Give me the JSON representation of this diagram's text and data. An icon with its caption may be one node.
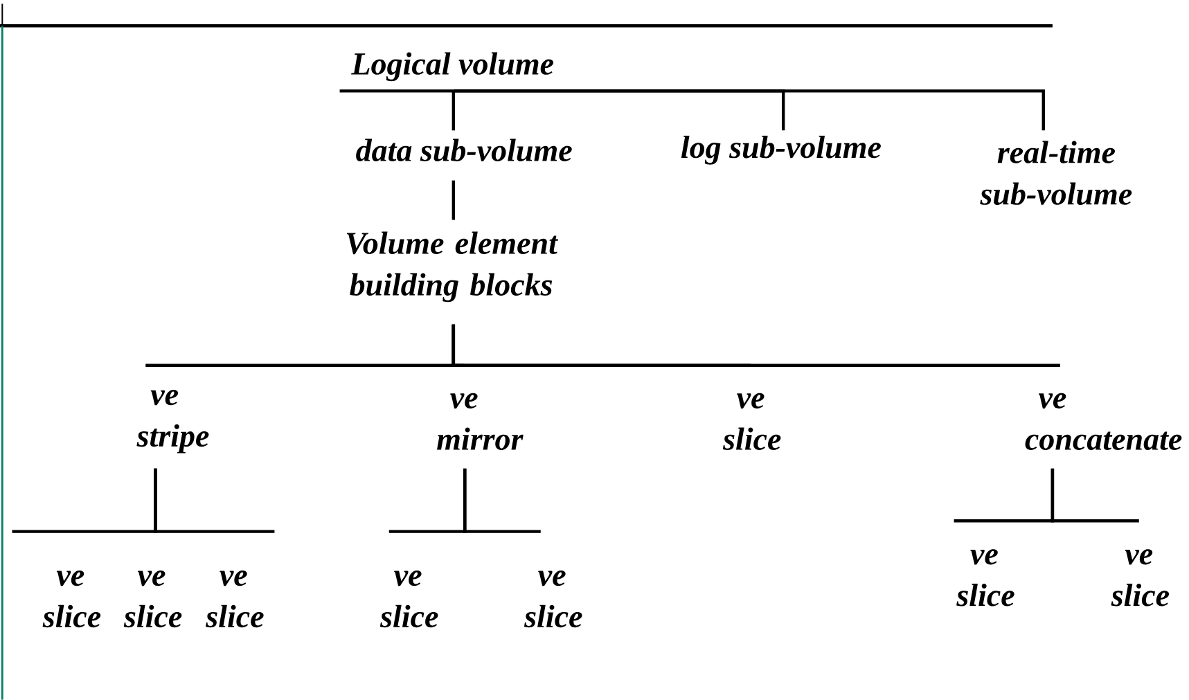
{
  "diagram": {
    "nodes": [
      {
        "text": [
          "Logical volume"
        ]
      },
      {
        "text": [
          "data sub-volume"
        ]
      },
      {
        "text": [
          "log sub-volume"
        ]
      },
      {
        "text": [
          "real-time sub-volume"
        ]
      },
      {
        "text": [
          "Volume element building blocks"
        ]
      },
      {
        "text": [
          "ve stripe"
        ]
      },
      {
        "text": [
          "ve mirror"
        ]
      },
      {
        "text": [
          "ve slice"
        ]
      },
      {
        "text": [
          "ve concatenate"
        ]
      },
      {
        "text": [
          "ve slice"
        ]
      },
      {
        "text": [
          "ve slice"
        ]
      },
      {
        "text": [
          "ve slice"
        ]
      },
      {
        "text": [
          "ve slice"
        ]
      },
      {
        "text": [
          "ve slice"
        ]
      },
      {
        "text": [
          "ve slice"
        ]
      },
      {
        "text": [
          "ve slice"
        ]
      }
    ],
    "edges": [
      {
        "from": 0,
        "to": 1,
        "arrow": "none"
      },
      {
        "from": 0,
        "to": 2,
        "arrow": "none"
      },
      {
        "from": 0,
        "to": 3,
        "arrow": "none"
      },
      {
        "from": 1,
        "to": 4,
        "arrow": "none"
      },
      {
        "from": 4,
        "to": 5,
        "arrow": "none"
      },
      {
        "from": 4,
        "to": 6,
        "arrow": "none"
      },
      {
        "from": 4,
        "to": 7,
        "arrow": "none"
      },
      {
        "from": 4,
        "to": 8,
        "arrow": "none"
      },
      {
        "from": 5,
        "to": 9,
        "arrow": "none"
      },
      {
        "from": 5,
        "to": 10,
        "arrow": "none"
      },
      {
        "from": 5,
        "to": 11,
        "arrow": "none"
      },
      {
        "from": 6,
        "to": 12,
        "arrow": "none"
      },
      {
        "from": 6,
        "to": 13,
        "arrow": "none"
      },
      {
        "from": 8,
        "to": 14,
        "arrow": "none"
      },
      {
        "from": 8,
        "to": 15,
        "arrow": "none"
      }
    ]
  }
}
